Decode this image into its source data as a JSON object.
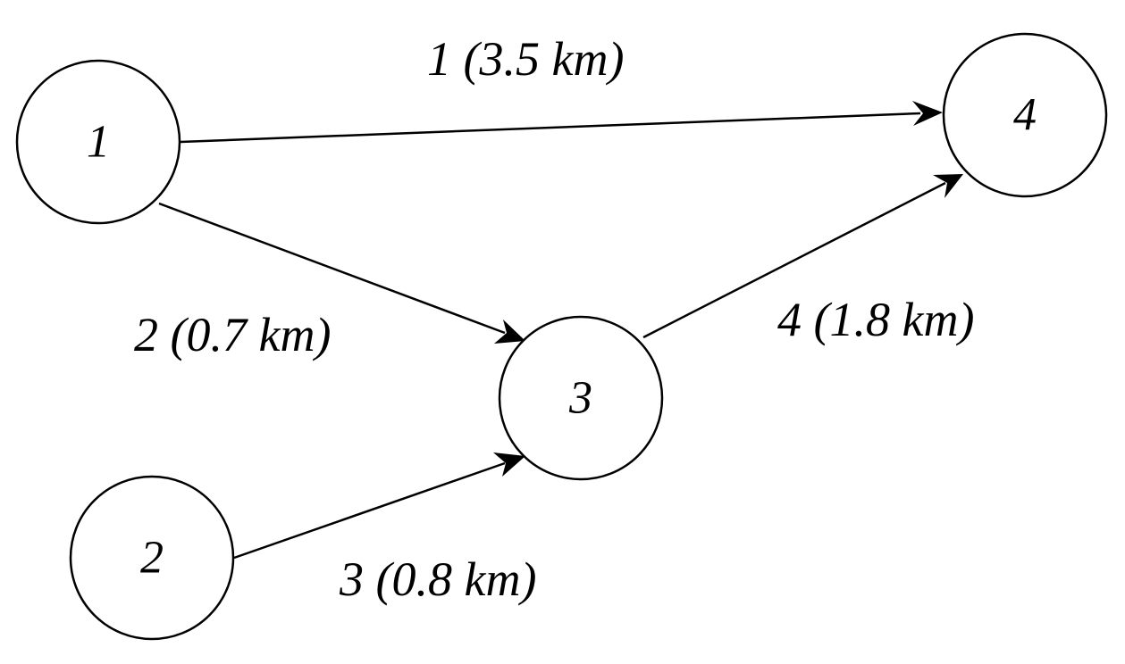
{
  "diagram": {
    "type": "directed-graph",
    "nodes": [
      {
        "id": "1",
        "label": "1"
      },
      {
        "id": "2",
        "label": "2"
      },
      {
        "id": "3",
        "label": "3"
      },
      {
        "id": "4",
        "label": "4"
      }
    ],
    "edges": [
      {
        "id": "e1",
        "from": "1",
        "to": "4",
        "label": "1 (3.5 km)"
      },
      {
        "id": "e2",
        "from": "1",
        "to": "3",
        "label": "2 (0.7 km)"
      },
      {
        "id": "e3",
        "from": "2",
        "to": "3",
        "label": "3 (0.8 km)"
      },
      {
        "id": "e4",
        "from": "3",
        "to": "4",
        "label": "4 (1.8 km)"
      }
    ],
    "colors": {
      "stroke": "#000000",
      "background": "#ffffff"
    }
  }
}
